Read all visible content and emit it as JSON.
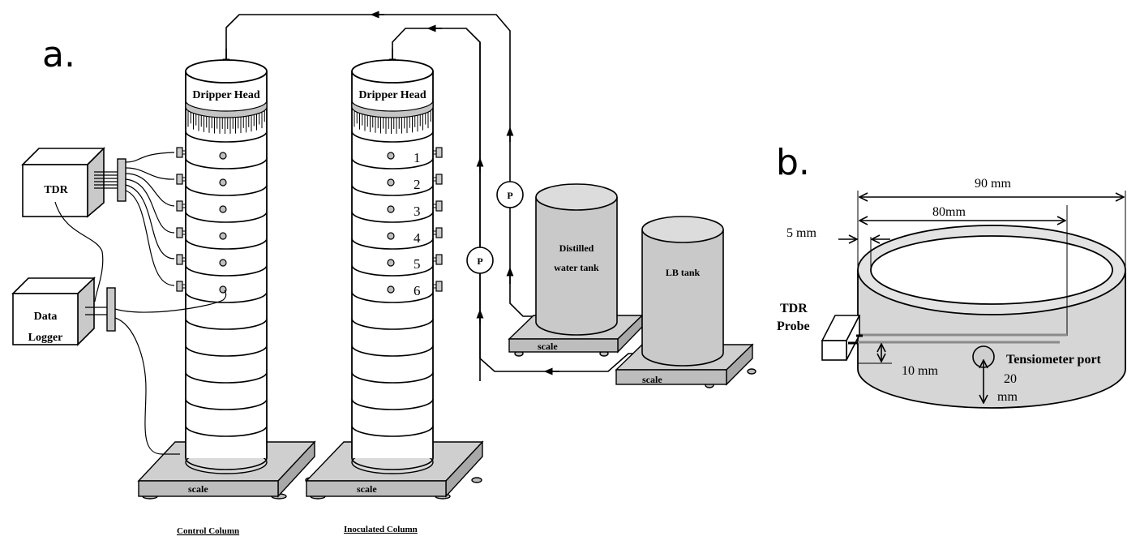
{
  "figure": {
    "panel_a": {
      "label": "a.",
      "control_column": {
        "caption": "Control Column",
        "head_label": "Dripper Head",
        "scale_label": "scale",
        "sensor_segments": 6,
        "total_segments": 12
      },
      "inoculated_column": {
        "caption": "Inoculated Column",
        "head_label": "Dripper Head",
        "scale_label": "scale",
        "port_numbers": [
          "1",
          "2",
          "3",
          "4",
          "5",
          "6"
        ],
        "total_segments": 12
      },
      "instruments": {
        "tdr_label": "TDR",
        "logger_label_line1": "Data",
        "logger_label_line2": "Logger"
      },
      "pumps": [
        {
          "label": "P"
        },
        {
          "label": "P"
        }
      ],
      "tanks": [
        {
          "label_line1": "Distilled",
          "label_line2": "water tank",
          "scale_label": "scale"
        },
        {
          "label_line1": "LB tank",
          "label_line2": "",
          "scale_label": "scale"
        }
      ]
    },
    "panel_b": {
      "label": "b.",
      "outer_diameter": "90 mm",
      "inner_diameter": "80mm",
      "wall_thickness": "5 mm",
      "probe_label_line1": "TDR",
      "probe_label_line2": "Probe",
      "probe_height": "10 mm",
      "port_label": "Tensiometer port",
      "port_height_line1": "20",
      "port_height_line2": "mm"
    },
    "colors": {
      "line": "#000000",
      "fill_light": "#dadada",
      "fill_mid": "#cfcfcf",
      "fill_dark": "#a8a8a8",
      "background": "#ffffff"
    }
  }
}
